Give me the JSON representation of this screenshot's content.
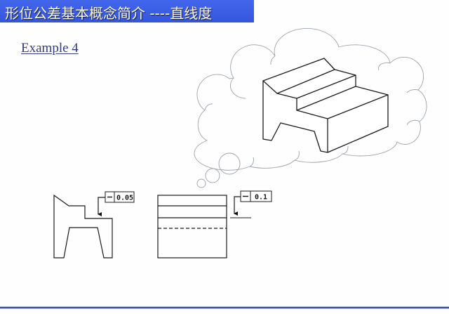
{
  "header": {
    "title": "形位公差基本概念简介  ----直线度",
    "bar_color": "#3a5ae4",
    "text_color": "#fbf9d6"
  },
  "slide": {
    "example_label": "Example 4",
    "example_color": "#343a86"
  },
  "drawings": {
    "front_view": {
      "tolerance_symbol": "straightness",
      "tolerance_symbol_glyph": "—",
      "tolerance_value": "0.05"
    },
    "side_view": {
      "tolerance_symbol": "straightness",
      "tolerance_symbol_glyph": "—",
      "tolerance_value": "0.1"
    },
    "isometric_in_thought_cloud": {
      "description": "stepped block with notched underside"
    }
  },
  "footer": {
    "rule_color": "#3d4a8e"
  }
}
